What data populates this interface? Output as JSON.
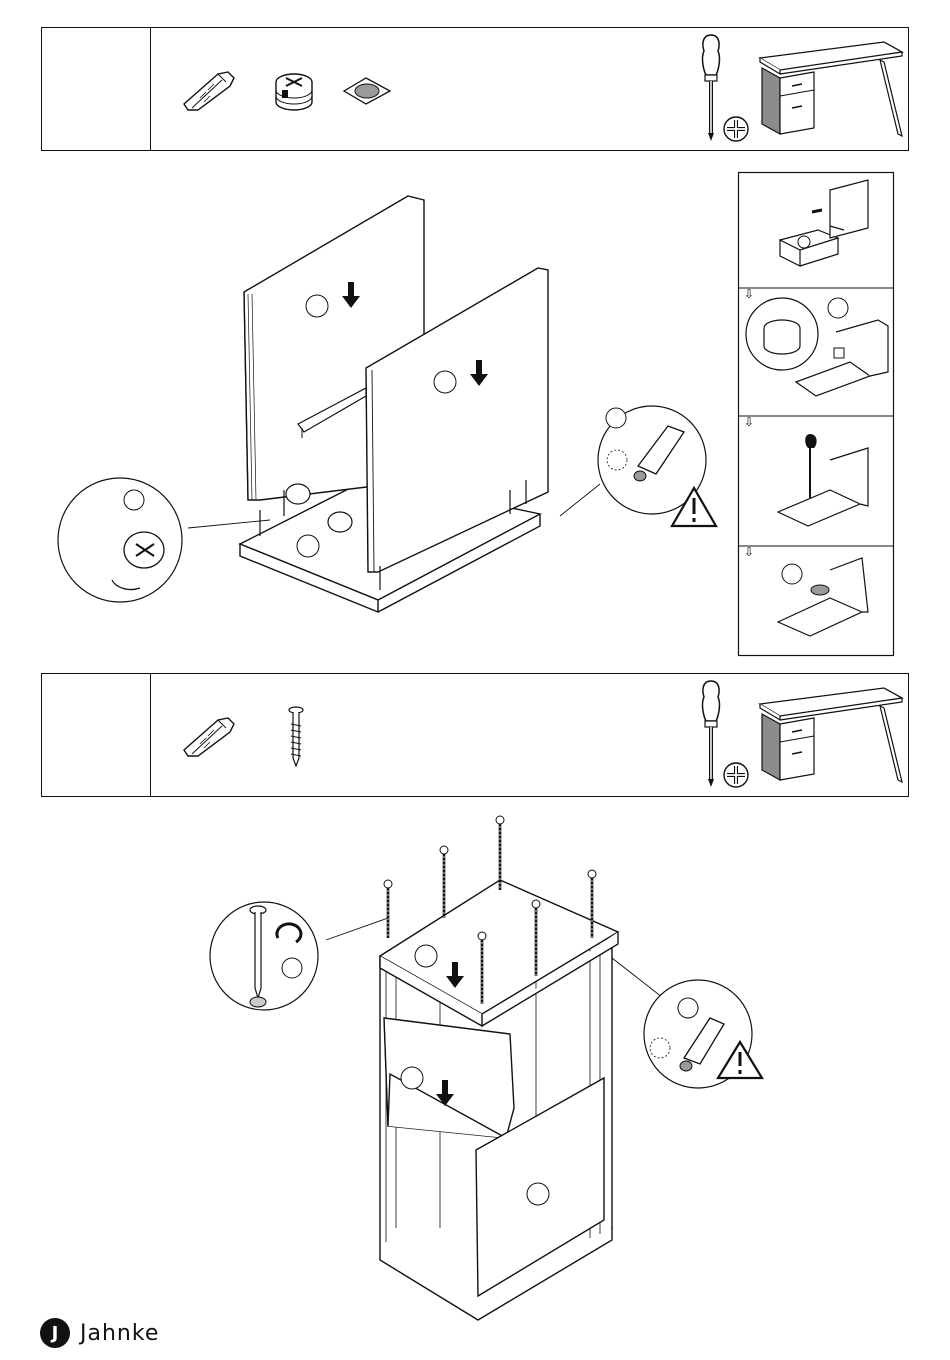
{
  "brand": {
    "logo_letter": "J",
    "name": "Jahnke"
  },
  "steps": [
    {
      "step_number": "",
      "parts": [
        "dowel",
        "cam-lock",
        "cover-cap"
      ],
      "tools": [
        "screwdriver-icon",
        "phillips-bit-icon"
      ]
    },
    {
      "step_number": "",
      "parts": [
        "dowel",
        "screw"
      ],
      "tools": [
        "screwdriver-icon",
        "phillips-bit-icon"
      ]
    }
  ],
  "colors": {
    "line": "#111111",
    "cap_gray": "#9a9a9a",
    "drawer_gray": "#8c8c8c"
  }
}
